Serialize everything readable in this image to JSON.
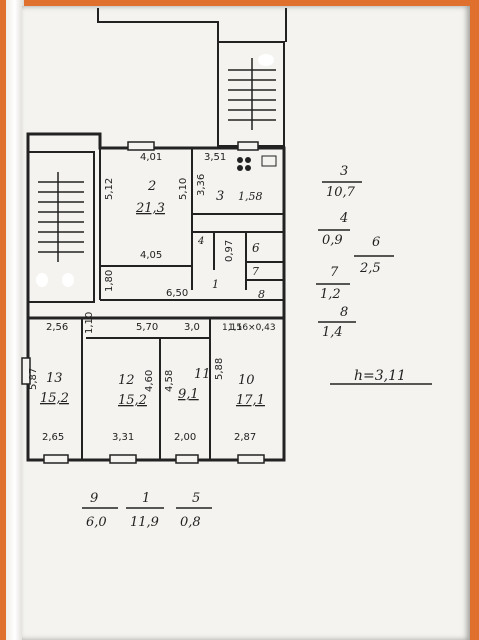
{
  "rooms": [
    {
      "no": "2",
      "area": "21,3",
      "dim_top": "4,01",
      "dim_bottom": "4,05",
      "dim_left": "5,12",
      "dim_right": "5,10"
    },
    {
      "no": "3",
      "area": "1,58",
      "dim_top": "3,51",
      "dim_side": "3,36"
    },
    {
      "no": "4",
      "dim_side": "0,97"
    },
    {
      "no": "6"
    },
    {
      "no": "7"
    },
    {
      "no": "8"
    },
    {
      "no": "1",
      "dim": "6,50",
      "dim_corridor": "5,70",
      "dim_small": "1,15"
    },
    {
      "no": "13",
      "area": "15,2",
      "dim_top": "2,56",
      "dim_bottom": "2,65",
      "dim_side": "5,87"
    },
    {
      "no": "12",
      "area": "15,2",
      "dim_bottom": "3,31",
      "dim_side": "4,60"
    },
    {
      "no": "11",
      "area": "9,1",
      "dim_bottom": "2,00",
      "dim_side": "4,58"
    },
    {
      "no": "10",
      "area": "17,1",
      "dim_top": "1,16×0,43",
      "dim_bottom": "2,87",
      "dim_side": "5,88"
    }
  ],
  "misc_dims": [
    "1,10",
    "1,80",
    "3,0"
  ],
  "right_legend": [
    {
      "no": "3",
      "area": "10,7"
    },
    {
      "no": "4",
      "area": "0,9"
    },
    {
      "no": "6",
      "area": "2,5"
    },
    {
      "no": "7",
      "area": "1,2"
    },
    {
      "no": "8",
      "area": "1,4"
    }
  ],
  "height_note": "h=3,11",
  "bottom_legend": [
    {
      "no": "9",
      "area": "6,0"
    },
    {
      "no": "1",
      "area": "11,9"
    },
    {
      "no": "5",
      "area": "0,8"
    }
  ]
}
